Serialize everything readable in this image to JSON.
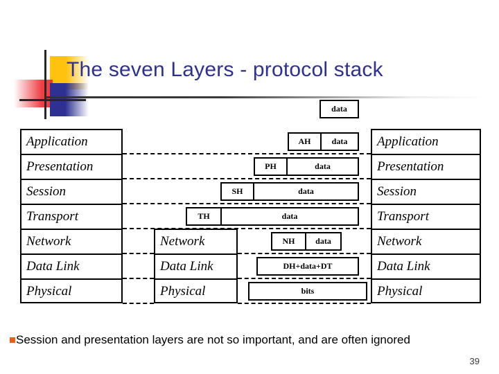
{
  "slide": {
    "title": "The seven Layers - protocol stack",
    "page_number": "39",
    "title_color": "#2E3192",
    "bullet_color": "#E8601C",
    "bullet_text": "Session and presentation layers are not so important, and are often ignored"
  },
  "layers": {
    "left_column": [
      "Application",
      "Presentation",
      "Session",
      "Transport",
      "Network",
      "Data Link",
      "Physical"
    ],
    "middle_column": [
      "Network",
      "Data Link",
      "Physical"
    ],
    "right_column": [
      "Application",
      "Presentation",
      "Session",
      "Transport",
      "Network",
      "Data Link",
      "Physical"
    ]
  },
  "pdus": {
    "top_data": {
      "segments": [
        {
          "label": "data",
          "kind": "payload"
        }
      ]
    },
    "rows": [
      {
        "row": "Application",
        "segments": [
          {
            "label": "AH",
            "kind": "header"
          },
          {
            "label": "data",
            "kind": "payload"
          }
        ]
      },
      {
        "row": "Presentation",
        "segments": [
          {
            "label": "PH",
            "kind": "header"
          },
          {
            "label": "data",
            "kind": "payload"
          }
        ]
      },
      {
        "row": "Session",
        "segments": [
          {
            "label": "SH",
            "kind": "header"
          },
          {
            "label": "data",
            "kind": "payload"
          }
        ]
      },
      {
        "row": "Transport",
        "segments": [
          {
            "label": "TH",
            "kind": "header"
          },
          {
            "label": "data",
            "kind": "payload"
          }
        ]
      },
      {
        "row": "Network",
        "segments": [
          {
            "label": "NH",
            "kind": "header"
          },
          {
            "label": "data",
            "kind": "payload"
          }
        ]
      },
      {
        "row": "Data Link",
        "segments": [
          {
            "label": "DH+data+DT",
            "kind": "payload"
          }
        ]
      },
      {
        "row": "Physical",
        "segments": [
          {
            "label": "bits",
            "kind": "payload"
          }
        ]
      }
    ]
  }
}
